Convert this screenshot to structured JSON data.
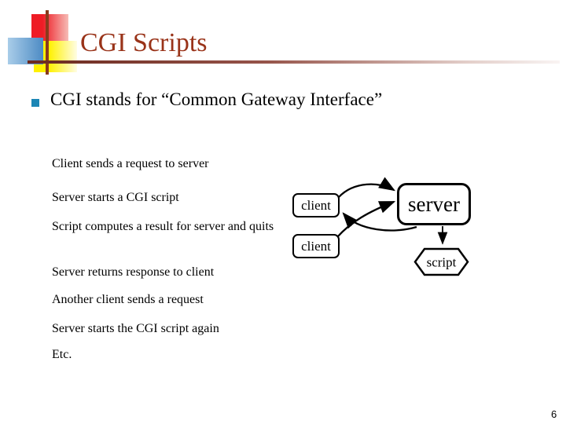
{
  "slide": {
    "title": "CGI Scripts",
    "page_number": "6",
    "bullet_text": "CGI stands for “Common Gateway Interface”",
    "steps": [
      "Client sends a request to server",
      "Server starts a CGI script",
      "Script computes a result for server and quits",
      "Server returns response to client",
      "Another client sends a request",
      "Server starts the CGI script again",
      "Etc."
    ],
    "diagram": {
      "client_top_label": "client",
      "client_bottom_label": "client",
      "server_label": "server",
      "script_label": "script"
    },
    "colors": {
      "title_text": "#993319",
      "bullet_square": "#1c86b5",
      "rule_gradient_dark": "#6b2a1f",
      "decoration_red": "#ee1c25",
      "decoration_yellow": "#fff100",
      "decoration_blue": "#4d8bc4",
      "decoration_line_brown": "#8a3a1c",
      "diagram_stroke": "#000000"
    }
  }
}
